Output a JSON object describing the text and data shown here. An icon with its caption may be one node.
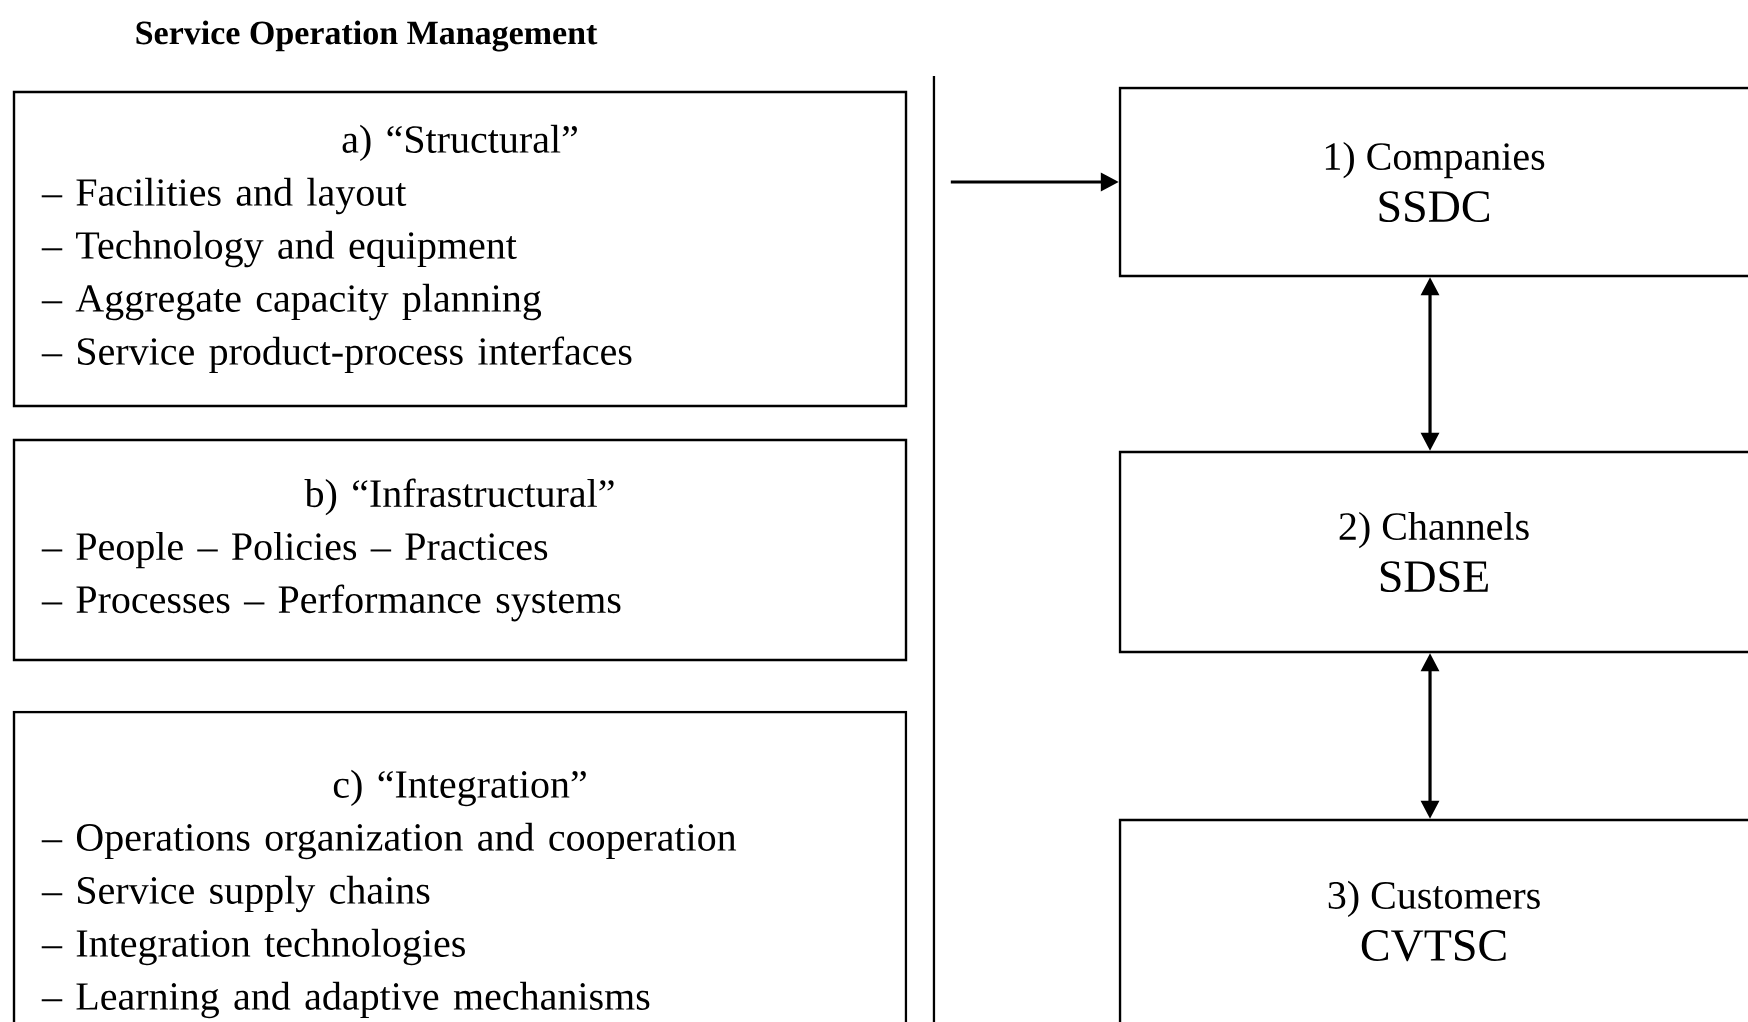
{
  "diagram": {
    "title": "Service Operation Management",
    "nodes": [
      {
        "text": [
          "a) “Structural”",
          "– Facilities and layout",
          "– Technology and equipment",
          "– Aggregate capacity planning",
          "– Service product-process interfaces"
        ]
      },
      {
        "text": [
          "b) “Infrastructural”",
          "– People –  Policies – Practices",
          "– Processes – Performance systems"
        ]
      },
      {
        "text": [
          "c) “Integration”",
          "– Operations organization and cooperation",
          "– Service supply chains",
          "– Integration technologies",
          "– Learning and adaptive mechanisms"
        ]
      },
      {
        "text": [
          "1) Companies",
          "SSDC"
        ]
      },
      {
        "text": [
          "2) Channels",
          "SDSE"
        ]
      },
      {
        "text": [
          "3) Customers",
          "CVTSC"
        ]
      }
    ],
    "edges": [
      {
        "from": null,
        "to": 3,
        "arrow": "to"
      },
      {
        "from": 3,
        "to": 4,
        "arrow": "both"
      },
      {
        "from": 4,
        "to": 5,
        "arrow": "both"
      }
    ]
  }
}
